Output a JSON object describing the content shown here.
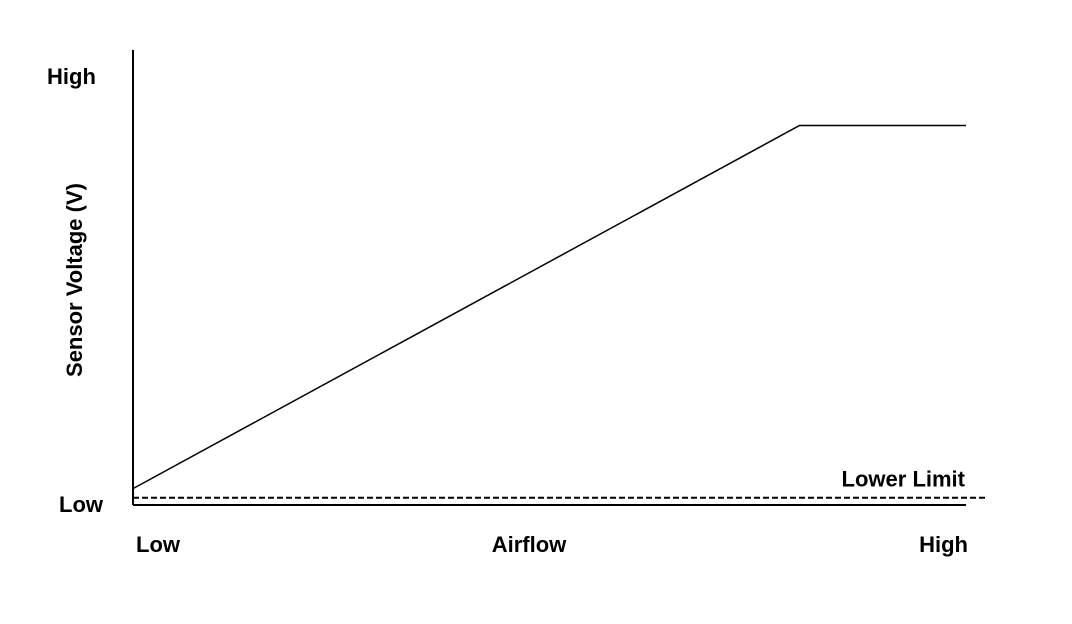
{
  "chart_data": {
    "type": "line",
    "ylabel": "Sensor Voltage (V)",
    "xlabel": "Airflow",
    "x_ticks": [
      "Low",
      "High"
    ],
    "y_ticks": [
      "Low",
      "High"
    ],
    "xlim": [
      0,
      1
    ],
    "ylim": [
      0,
      1
    ],
    "grid": false,
    "series": [
      {
        "style": "solid",
        "color": "#000000",
        "points": [
          {
            "x": 0.0,
            "y": 0.036
          },
          {
            "x": 0.8,
            "y": 0.834
          },
          {
            "x": 1.0,
            "y": 0.834
          }
        ]
      }
    ],
    "reference_lines": [
      {
        "label": "Lower Limit",
        "y": 0.016,
        "style": "dashed",
        "color": "#000000"
      }
    ]
  }
}
